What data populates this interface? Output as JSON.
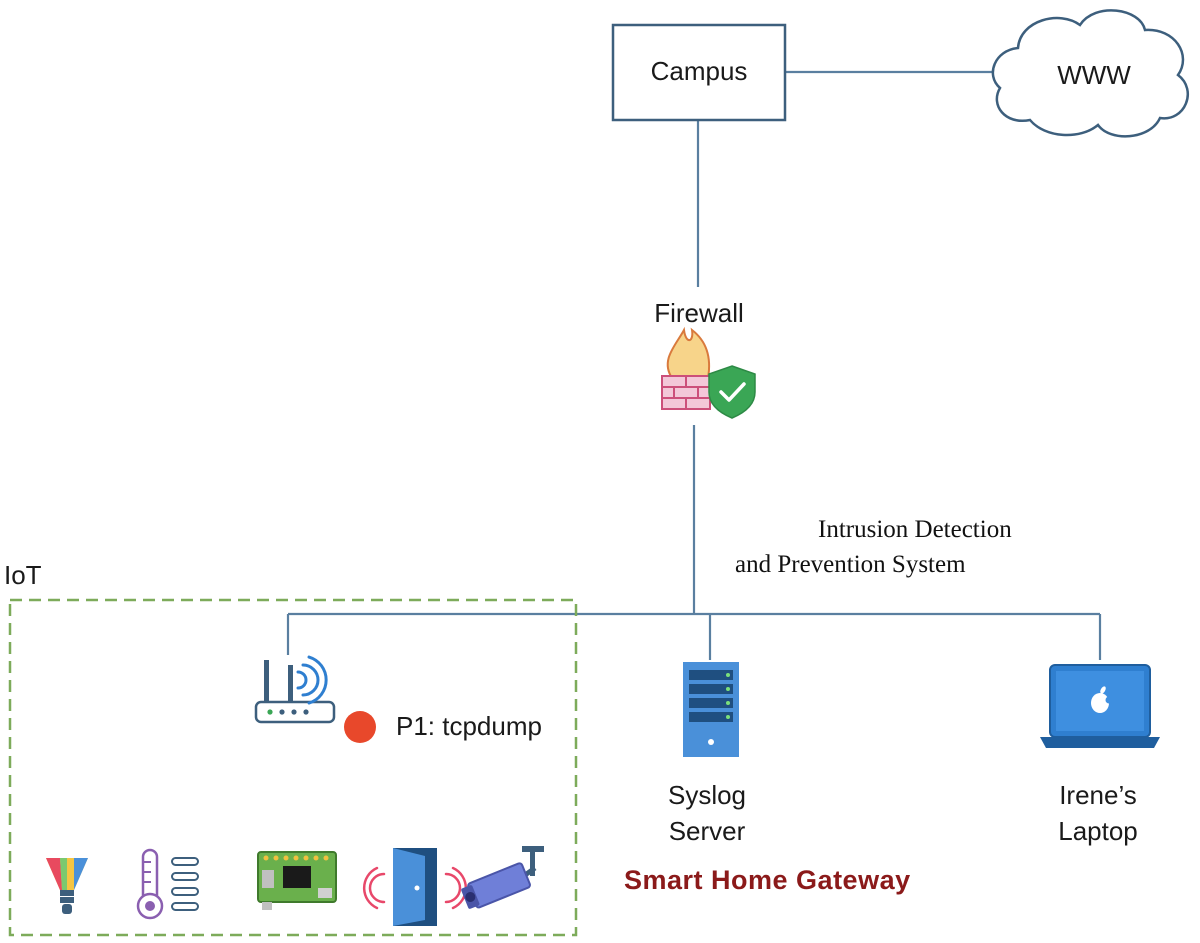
{
  "nodes": {
    "campus": "Campus",
    "www": "WWW",
    "firewall": "Firewall",
    "ids_line1": "Intrusion Detection",
    "ids_line2": "and Prevention System",
    "iot": "IoT",
    "tcpdump": "P1: tcpdump",
    "syslog_line1": "Syslog",
    "syslog_line2": "Server",
    "laptop_line1": "Irene’s",
    "laptop_line2": "Laptop",
    "gateway": "Smart Home Gateway"
  },
  "icons": [
    "cloud-icon",
    "firewall-icon",
    "shield-check-icon",
    "wifi-router-icon",
    "capture-point-icon",
    "server-icon",
    "laptop-icon",
    "apple-logo-icon",
    "smart-bulb-icon",
    "thermostat-icon",
    "circuit-board-icon",
    "door-sensor-icon",
    "security-camera-icon"
  ],
  "colors": {
    "line": "#5a7fa0",
    "box_border": "#3d5f7d",
    "iot_border": "#7dab5a",
    "capture_dot": "#e8482b",
    "gateway_text": "#8b1a1a",
    "server_blue": "#4a90d9",
    "laptop_blue": "#2f7fd0"
  }
}
